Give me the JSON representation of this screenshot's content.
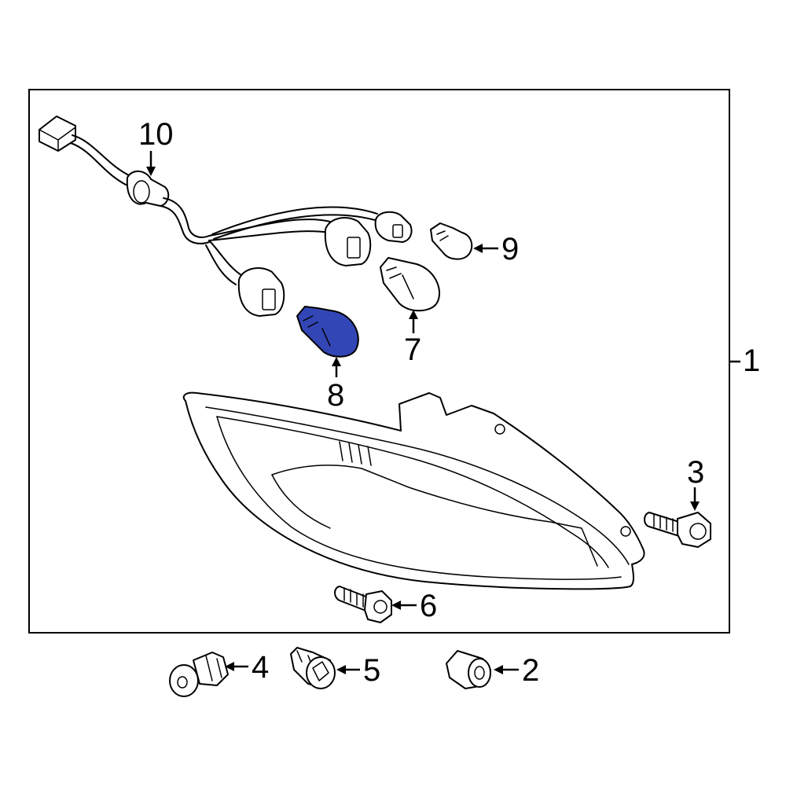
{
  "callouts": {
    "c1": "1",
    "c2": "2",
    "c3": "3",
    "c4": "4",
    "c5": "5",
    "c6": "6",
    "c7": "7",
    "c8": "8",
    "c9": "9",
    "c10": "10"
  },
  "highlight_color": "#3346b6",
  "highlighted_part": "8"
}
